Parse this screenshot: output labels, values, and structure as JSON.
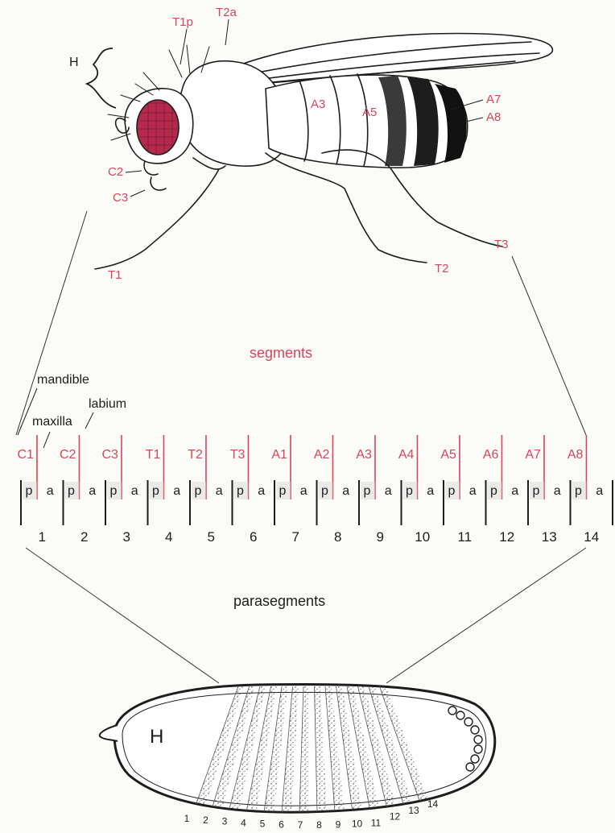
{
  "fly_labels": {
    "H": "H",
    "T1p": "T1p",
    "T2a": "T2a",
    "A3": "A3",
    "A5": "A5",
    "A7": "A7",
    "A8": "A8",
    "C2": "C2",
    "C3": "C3",
    "T1": "T1",
    "T2": "T2",
    "T3": "T3"
  },
  "segments_title": "segments",
  "mouthparts": {
    "mandible": "mandible",
    "maxilla": "maxilla",
    "labium": "labium"
  },
  "segment_labels": [
    "C1",
    "C2",
    "C3",
    "T1",
    "T2",
    "T3",
    "A1",
    "A2",
    "A3",
    "A4",
    "A5",
    "A6",
    "A7",
    "A8"
  ],
  "pa_letters": {
    "p": "p",
    "a": "a"
  },
  "parasegment_numbers": [
    "1",
    "2",
    "3",
    "4",
    "5",
    "6",
    "7",
    "8",
    "9",
    "10",
    "11",
    "12",
    "13",
    "14"
  ],
  "parasegments_title": "parasegments",
  "embryo": {
    "head_label": "H",
    "stripe_numbers": [
      "1",
      "2",
      "3",
      "4",
      "5",
      "6",
      "7",
      "8",
      "9",
      "10",
      "11",
      "12",
      "13",
      "14"
    ]
  },
  "colors": {
    "segment_pink": "#d6455e",
    "ink": "#1d1d1d",
    "eye": "#b52a4c"
  }
}
